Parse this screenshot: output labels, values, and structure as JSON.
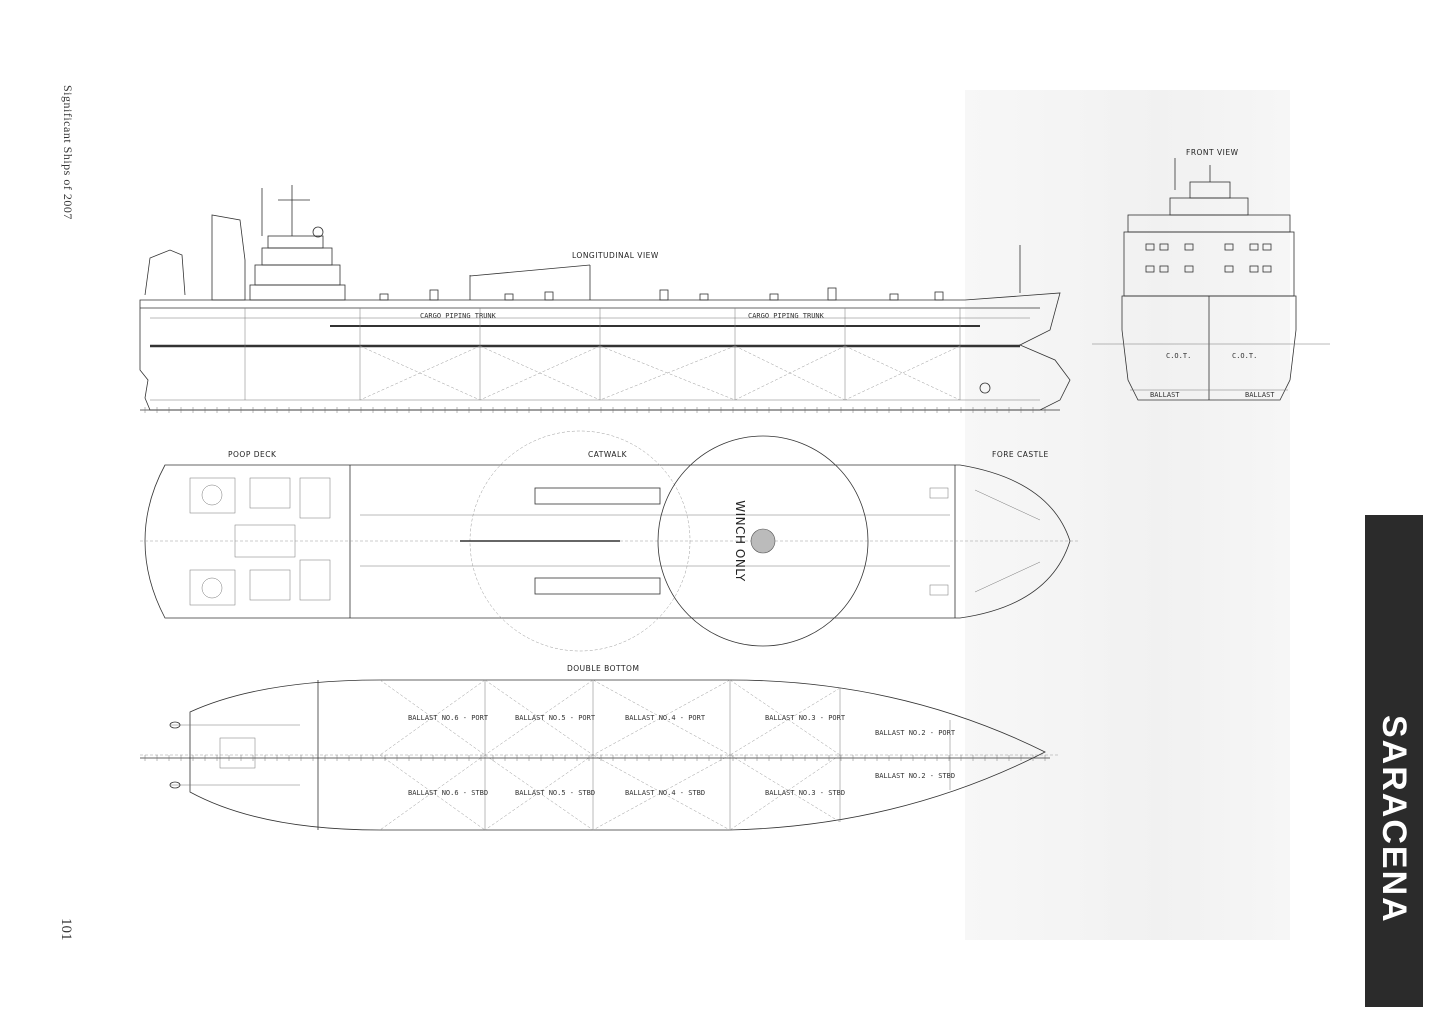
{
  "page": {
    "running_head": "Significant Ships of 2007",
    "page_number": "101",
    "ship_name": "SARACENA"
  },
  "drawing": {
    "longitudinal_view": "LONGITUDINAL VIEW",
    "front_view": "FRONT VIEW",
    "poop_deck": "POOP DECK",
    "catwalk": "CATWALK",
    "fore_castle": "FORE CASTLE",
    "double_bottom": "DOUBLE BOTTOM",
    "winch_only": "WINCH ONLY",
    "cot": "C.O.T.",
    "ballast": "BALLAST",
    "cargo_piping_trunk": "CARGO PIPING TRUNK",
    "ballast_tank_labels": [
      "BALLAST NO.6 - PORT",
      "BALLAST NO.5 - PORT",
      "BALLAST NO.4 - PORT",
      "BALLAST NO.3 - PORT",
      "BALLAST NO.2 - PORT"
    ],
    "ballast_tank_labels_stbd": [
      "BALLAST NO.6 - STBD",
      "BALLAST NO.5 - STBD",
      "BALLAST NO.4 - STBD",
      "BALLAST NO.3 - STBD",
      "BALLAST NO.2 - STBD"
    ]
  }
}
